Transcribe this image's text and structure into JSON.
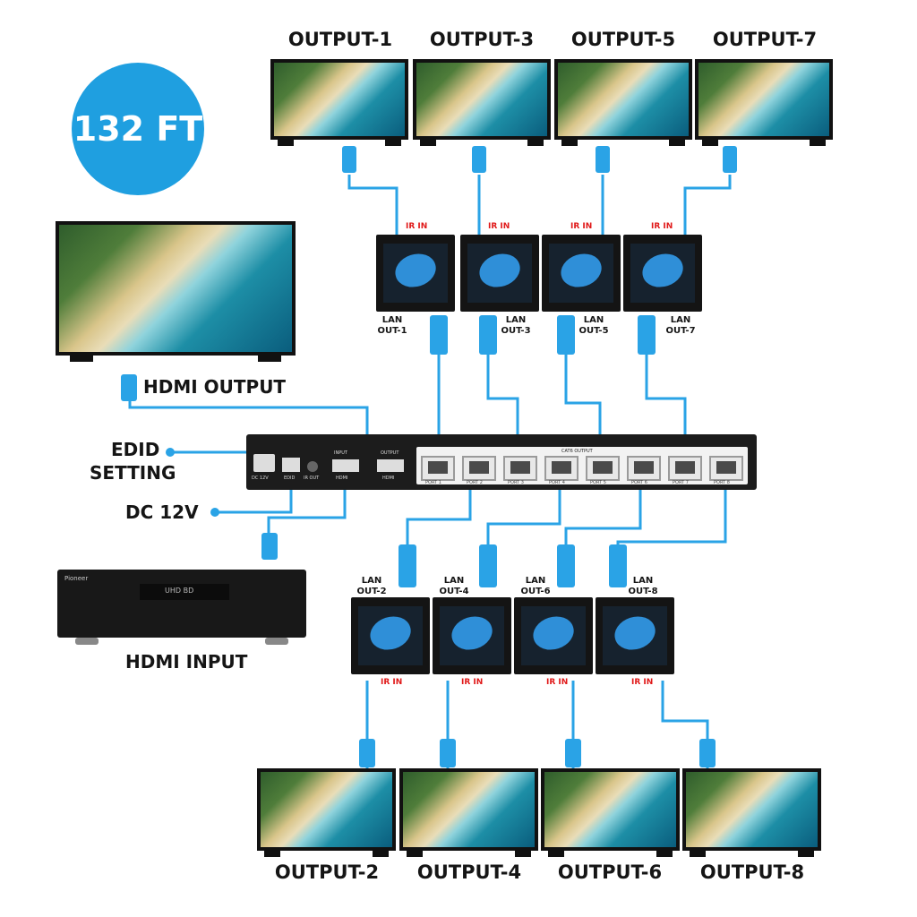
{
  "badge": {
    "text": "132 FT"
  },
  "outputs_top": [
    "OUTPUT-1",
    "OUTPUT-3",
    "OUTPUT-5",
    "OUTPUT-7"
  ],
  "outputs_bottom": [
    "OUTPUT-2",
    "OUTPUT-4",
    "OUTPUT-6",
    "OUTPUT-8"
  ],
  "ir_in": "IR IN",
  "lan_top": [
    {
      "line1": "LAN",
      "line2": "OUT-1"
    },
    {
      "line1": "LAN",
      "line2": "OUT-3"
    },
    {
      "line1": "LAN",
      "line2": "OUT-5"
    },
    {
      "line1": "LAN",
      "line2": "OUT-7"
    }
  ],
  "lan_bottom": [
    {
      "line1": "LAN",
      "line2": "OUT-2"
    },
    {
      "line1": "LAN",
      "line2": "OUT-4"
    },
    {
      "line1": "LAN",
      "line2": "OUT-6"
    },
    {
      "line1": "LAN",
      "line2": "OUT-8"
    }
  ],
  "labels": {
    "hdmi_output": "HDMI OUTPUT",
    "edid_line1": "EDID",
    "edid_line2": "SETTING",
    "dc12v": "DC 12V",
    "hdmi_input": "HDMI INPUT"
  },
  "switch": {
    "dc": "DC 12V",
    "edid": "EDID",
    "ir_out": "IR OUT",
    "input": "INPUT",
    "hdmi_in": "HDMI",
    "output": "OUTPUT",
    "hdmi_out": "HDMI",
    "cat6": "CAT6 OUTPUT",
    "ports": [
      "PORT 1",
      "PORT 2",
      "PORT 3",
      "PORT 4",
      "PORT 5",
      "PORT 6",
      "PORT 7",
      "PORT 8"
    ]
  },
  "player": {
    "brand": "Pioneer",
    "display": "UHD BD"
  },
  "colors": {
    "accent": "#1f9fe0",
    "cable": "#2aa3e6",
    "ir": "#e01818",
    "text": "#151515"
  }
}
